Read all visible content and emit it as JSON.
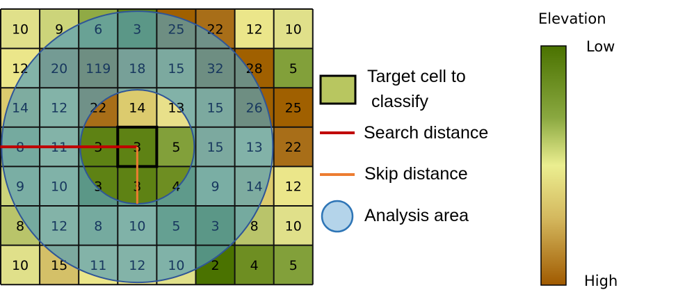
{
  "grid": {
    "rows": [
      [
        10,
        9,
        6,
        3,
        25,
        22,
        12,
        10
      ],
      [
        12,
        20,
        119,
        18,
        15,
        32,
        28,
        5
      ],
      [
        14,
        12,
        22,
        14,
        13,
        15,
        26,
        25
      ],
      [
        8,
        11,
        3,
        3,
        5,
        15,
        13,
        22
      ],
      [
        9,
        10,
        3,
        3,
        4,
        9,
        14,
        12
      ],
      [
        8,
        12,
        8,
        10,
        5,
        3,
        8,
        10
      ],
      [
        10,
        15,
        11,
        12,
        10,
        2,
        4,
        5
      ]
    ],
    "target_cell": {
      "row": 3,
      "col": 3
    }
  },
  "legend": {
    "target_label_line1": "Target cell to",
    "target_label_line2": "classify",
    "search_label": "Search distance",
    "skip_label": "Skip distance",
    "analysis_label": "Analysis area"
  },
  "colorbar": {
    "title": "Elevation",
    "low_label": "Low",
    "high_label": "High",
    "colors": [
      "#4a7200",
      "#8aa840",
      "#ebee90",
      "#d4b85e",
      "#a05a00"
    ]
  },
  "colors": {
    "search_line": "#c00000",
    "skip_line": "#ed7d31",
    "analysis_fill": "#b4d4ea",
    "analysis_stroke": "#2f5597",
    "target_fill": "#b8c660"
  }
}
